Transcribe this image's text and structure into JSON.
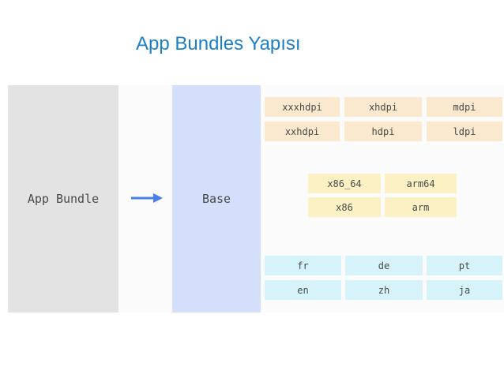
{
  "slide": {
    "title": "App Bundles Yapısı"
  },
  "diagram": {
    "bundle_label": "App Bundle",
    "base_label": "Base",
    "colors": {
      "bundle": "#e3e3e3",
      "base": "#d4e0fb",
      "arrow": "#4a7fe8",
      "density": "#fbe9cf",
      "abi": "#fbf1c5",
      "language": "#d5f3f8"
    },
    "density_rows": [
      [
        "xxxhdpi",
        "xhdpi",
        "mdpi"
      ],
      [
        "xxhdpi",
        "hdpi",
        "ldpi"
      ]
    ],
    "abi_rows": [
      [
        "x86_64",
        "arm64"
      ],
      [
        "x86",
        "arm"
      ]
    ],
    "language_rows": [
      [
        "fr",
        "de",
        "pt"
      ],
      [
        "en",
        "zh",
        "ja"
      ]
    ]
  }
}
